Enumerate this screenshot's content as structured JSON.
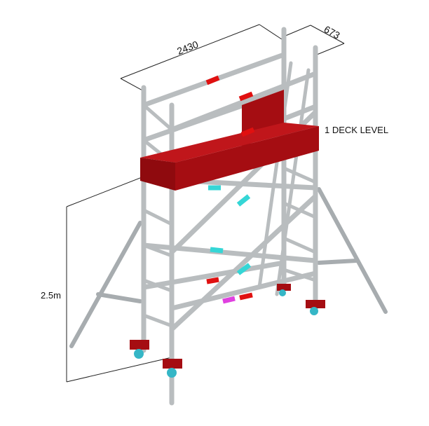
{
  "dimensions": {
    "length": "2430",
    "width": "673",
    "height": "2.5m"
  },
  "annotation": "1 DECK LEVEL",
  "colors": {
    "tube": "#b9bdbf",
    "tube_dark": "#8b9093",
    "deck": "#a50d12",
    "band_red": "#e01010",
    "band_cyan": "#35d6d6",
    "band_magenta": "#e040e0"
  }
}
